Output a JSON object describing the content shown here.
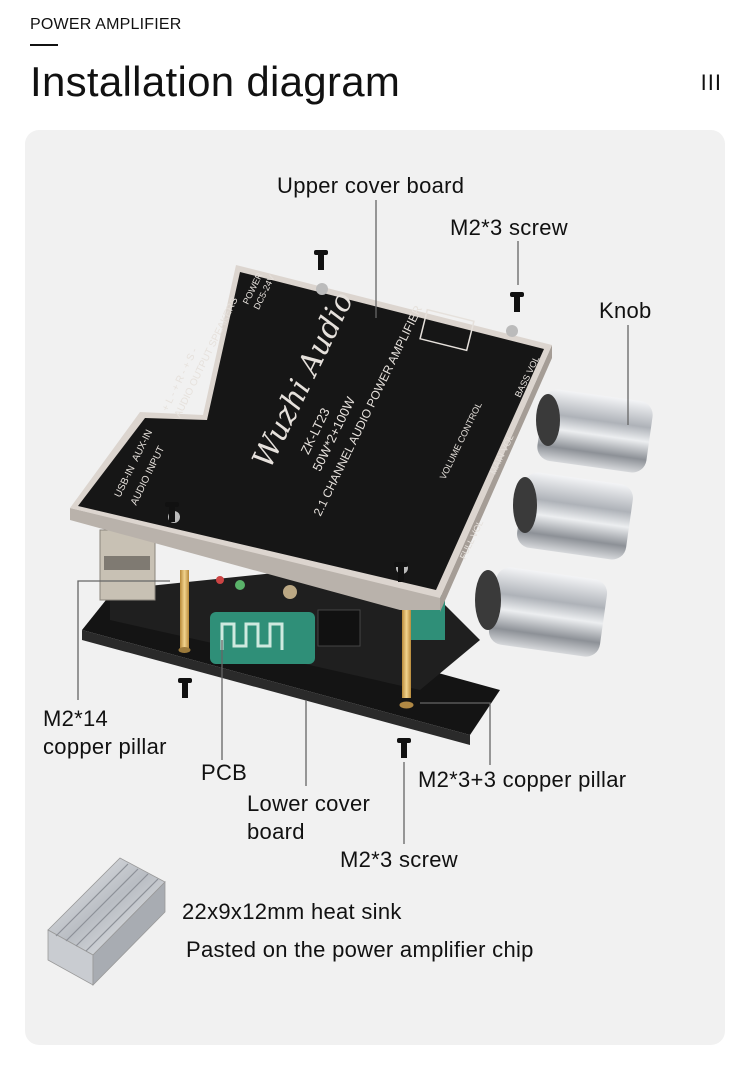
{
  "header": {
    "section_label": "POWER AMPLIFIER",
    "title": "Installation diagram",
    "page_mark": "III"
  },
  "board": {
    "brand": "Wuzhi Audio",
    "model": "ZK-LT23",
    "power": "50W*2+100W",
    "description": "2.1 CHANNEL AUDIO POWER AMPLIFIER",
    "volume_control": "VOLUME CONTROL",
    "bass_vol": "BASS VOL",
    "main_vol": "MAIN VOL",
    "full_vol": "FULL VOL",
    "audio_output": "AUDIO OUTPUT SPEAKERS",
    "audio_input": "AUDIO INPUT",
    "usb_in": "USB-IN",
    "aux_in": "AUX-IN",
    "power_label": "POWER",
    "power_range": "DC5-24V",
    "output_pins": "+ L -   + R -   + S -"
  },
  "callouts": {
    "upper_cover": "Upper cover board",
    "screw_top": "M2*3 screw",
    "knob": "Knob",
    "pillar_14_line1": "M2*14",
    "pillar_14_line2": "copper pillar",
    "pcb": "PCB",
    "lower_cover_line1": "Lower cover",
    "lower_cover_line2": "board",
    "pillar_33": "M2*3+3 copper pillar",
    "screw_bottom": "M2*3 screw"
  },
  "heatsink": {
    "size": "22x9x12mm heat sink",
    "note": "Pasted on the power amplifier chip"
  },
  "colors": {
    "panel": "#f1f1f1",
    "board": "#1a1a1a",
    "board_edge": "#d9d2cc",
    "pcb_green": "#2f8f78",
    "brass": "#d4aa5a",
    "chrome": "#c9ccd0"
  }
}
